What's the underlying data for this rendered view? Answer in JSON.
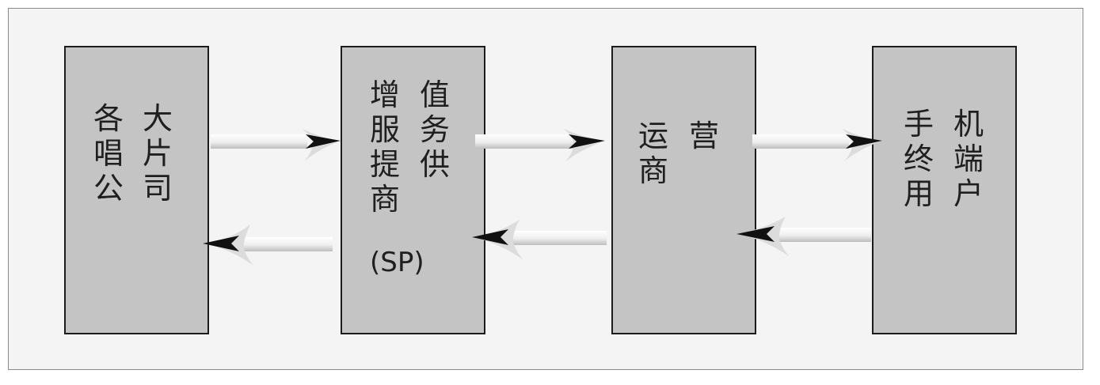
{
  "nodes": [
    {
      "id": "record-company",
      "col1": [
        "各",
        "唱",
        "公"
      ],
      "col2": [
        "大",
        "片",
        "司"
      ]
    },
    {
      "id": "sp",
      "col1": [
        "增",
        "服",
        "提",
        "商"
      ],
      "col2": [
        "值",
        "务",
        "供"
      ],
      "suffix": "(SP)"
    },
    {
      "id": "operator",
      "col1": [
        "运",
        "商"
      ],
      "col2": [
        "营"
      ]
    },
    {
      "id": "mobile-user",
      "col1": [
        "手",
        "终",
        "用"
      ],
      "col2": [
        "机",
        "端",
        "户"
      ]
    }
  ]
}
